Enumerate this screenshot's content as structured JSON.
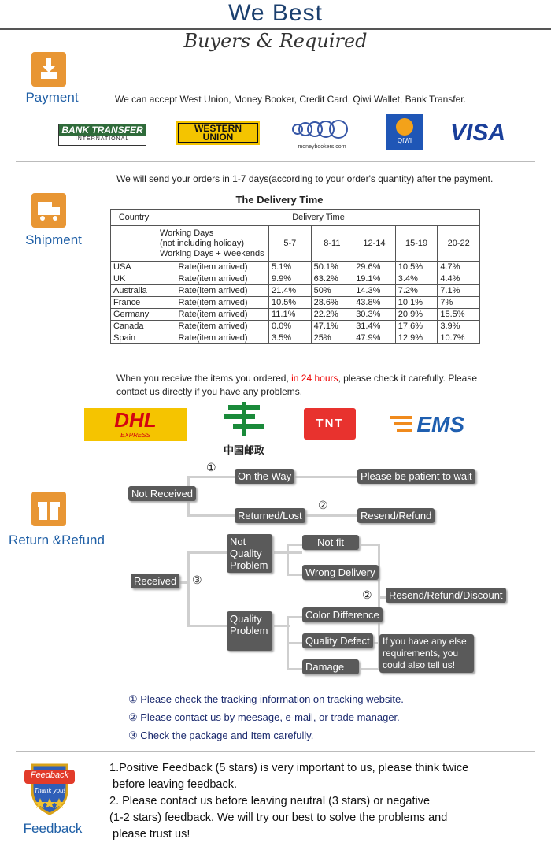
{
  "header": {
    "title": "We  Best",
    "subtitle": "Buyers & Required"
  },
  "payment": {
    "label": "Payment",
    "text": "We can accept West Union, Money Booker, Credit Card, Qiwi Wallet, Bank Transfer.",
    "logos": {
      "bank_top": "BANK TRANSFER",
      "bank_bottom": "INTERNATIONAL",
      "western_top": "WESTERN",
      "western_bottom": "UNION",
      "moneybookers": "moneybookers.com",
      "qiwi": "QIWI",
      "visa": "VISA"
    }
  },
  "shipment": {
    "label": "Shipment",
    "intro": "We will send your orders in 1-7 days(according to your order's quantity) after the payment.",
    "table_title": "The Delivery Time",
    "col_country": "Country",
    "col_delivery": "Delivery Time",
    "working_days": [
      "Working Days",
      "(not including holiday)",
      "Working Days + Weekends"
    ],
    "ranges": [
      "5-7",
      "8-11",
      "12-14",
      "15-19",
      "20-22"
    ],
    "rows": [
      {
        "country": "USA",
        "label": "Rate(item arrived)",
        "v": [
          "5.1%",
          "50.1%",
          "29.6%",
          "10.5%",
          "4.7%"
        ]
      },
      {
        "country": "UK",
        "label": "Rate(item arrived)",
        "v": [
          "9.9%",
          "63.2%",
          "19.1%",
          "3.4%",
          "4.4%"
        ]
      },
      {
        "country": "Australia",
        "label": "Rate(item arrived)",
        "v": [
          "21.4%",
          "50%",
          "14.3%",
          "7.2%",
          "7.1%"
        ]
      },
      {
        "country": "France",
        "label": "Rate(item arrived)",
        "v": [
          "10.5%",
          "28.6%",
          "43.8%",
          "10.1%",
          "7%"
        ]
      },
      {
        "country": "Germany",
        "label": "Rate(item arrived)",
        "v": [
          "11.1%",
          "22.2%",
          "30.3%",
          "20.9%",
          "15.5%"
        ]
      },
      {
        "country": "Canada",
        "label": "Rate(item arrived)",
        "v": [
          "0.0%",
          "47.1%",
          "31.4%",
          "17.6%",
          "3.9%"
        ]
      },
      {
        "country": "Spain",
        "label": "Rate(item arrived)",
        "v": [
          "3.5%",
          "25%",
          "47.9%",
          "12.9%",
          "10.7%"
        ]
      }
    ],
    "receive_a": "When you receive the items you ordered, ",
    "receive_red": "in 24 hours",
    "receive_b": ", please check it carefully. Please",
    "receive_c": "contact us directly if you have any problems.",
    "carriers": {
      "dhl": "DHL",
      "dhl_sub": "EXPRESS",
      "china_post": "中国邮政",
      "tnt": "TNT",
      "ems": "EMS"
    }
  },
  "refund": {
    "label": "Return &Refund",
    "not_received": "Not Received",
    "on_the_way": "On the Way",
    "returned_lost": "Returned/Lost",
    "be_patient": "Please be patient to wait",
    "resend_refund": "Resend/Refund",
    "received": "Received",
    "not_quality": "Not Quality Problem",
    "quality": "Quality Problem",
    "not_fit": "Not fit",
    "wrong_delivery": "Wrong Delivery",
    "color_difference": "Color Difference",
    "quality_defect": "Quality Defect",
    "damage": "Damage",
    "resend_refund_discount": "Resend/Refund/Discount",
    "other_requirements": "If you have any else requirements, you could also tell us!",
    "c1": "①",
    "c2": "②",
    "c3": "③",
    "notes": [
      "① Please check the tracking information on tracking website.",
      "② Please contact us by meesage, e-mail, or trade manager.",
      "③ Check the package and Item carefully."
    ]
  },
  "feedback": {
    "label": "Feedback",
    "badge_top": "Feedback",
    "badge_bottom": "Thank you!",
    "lines": [
      "1.Positive Feedback (5 stars) is very important to us, please think twice",
      " before leaving feedback.",
      "2. Please contact us before leaving neutral (3 stars) or negative",
      "(1-2 stars) feedback. We will try our best to solve the problems and",
      " please trust us!"
    ]
  }
}
